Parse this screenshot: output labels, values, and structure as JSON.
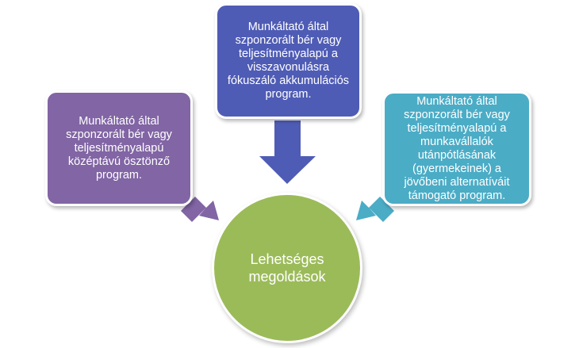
{
  "boxes": {
    "left": "Munkáltató által szponzorált bér vagy teljesítményalapú középtávú ösztönző program.",
    "top": "Munkáltató által szponzorált bér vagy teljesítményalapú a visszavonulásra fókuszáló akkumulációs program.",
    "right": "Munkáltató által szponzorált bér vagy teljesítményalapú a munkavállalók utánpótlásának (gyermekeinek) a jövőbeni alternatíváit támogató program."
  },
  "center": {
    "label": "Lehetséges megoldások"
  },
  "colors": {
    "left_box": "#8165a4",
    "top_box": "#4f5cb5",
    "right_box": "#4bacc6",
    "center_circle": "#9bbb59"
  }
}
